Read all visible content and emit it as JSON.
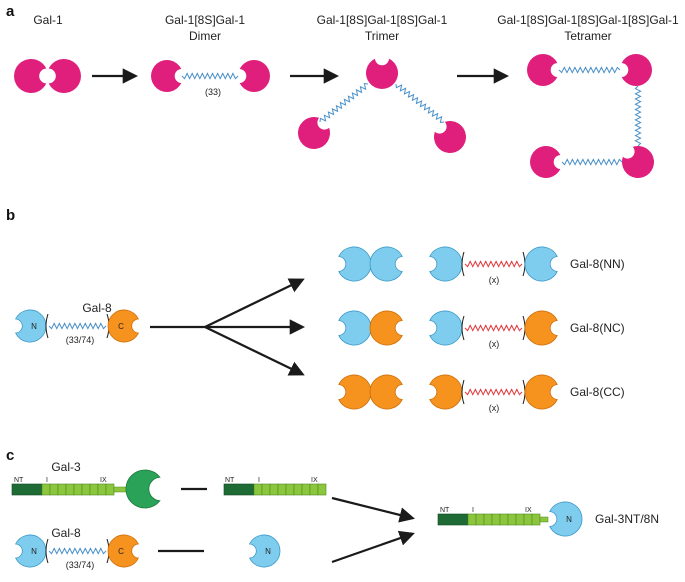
{
  "colors": {
    "gal1": "#e01f7d",
    "gal8_n": "#7fcdee",
    "gal8_c": "#f6921e",
    "gal3_crd": "#2aa257",
    "linker_blue": "#4a90c8",
    "linker_red": "#e0393e",
    "ntail_dark": "#1e6b35",
    "ntail_light": "#8cc63f",
    "arrow": "#1a1a1a"
  },
  "panels": {
    "a": "a",
    "b": "b",
    "c": "c"
  },
  "panel_a": {
    "gal1_label": "Gal-1",
    "dimer_title": "Gal-1[8S]Gal-1",
    "dimer_sub": "Dimer",
    "dimer_linker": "(33)",
    "trimer_title": "Gal-1[8S]Gal-1[8S]Gal-1",
    "trimer_sub": "Trimer",
    "tetramer_title": "Gal-1[8S]Gal-1[8S]Gal-1[8S]Gal-1",
    "tetramer_sub": "Tetramer"
  },
  "panel_b": {
    "gal8_label": "Gal-8",
    "n_letter": "N",
    "c_letter": "C",
    "linker": "(33/74)",
    "x_label": "(x)",
    "nn_label": "Gal-8(NN)",
    "nc_label": "Gal-8(NC)",
    "cc_label": "Gal-8(CC)"
  },
  "panel_c": {
    "gal3_label": "Gal-3",
    "nt": "NT",
    "i": "I",
    "ix": "IX",
    "gal8_label": "Gal-8",
    "n_letter": "N",
    "c_letter": "C",
    "linker": "(33/74)",
    "chimera_label": "Gal-3NT/8N"
  }
}
